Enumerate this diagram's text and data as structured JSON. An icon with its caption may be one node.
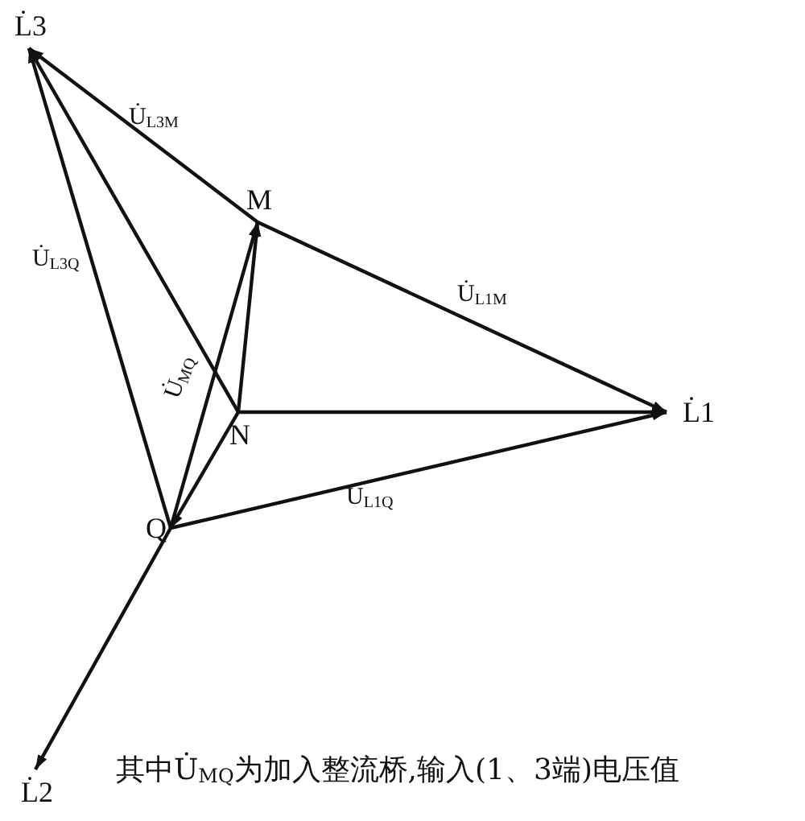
{
  "diagram": {
    "caption": "其中U̇$_{MQ}$为加入整流桥,输入(1、3端)电压值",
    "nodes": [
      {
        "text": [
          "L̇3"
        ]
      },
      {
        "text": [
          "M"
        ]
      },
      {
        "text": [
          "N"
        ]
      },
      {
        "text": [
          "L̇1"
        ]
      },
      {
        "text": [
          "Q"
        ]
      },
      {
        "text": [
          "L̇2"
        ]
      }
    ],
    "edges": [
      {
        "from": 1,
        "to": 0,
        "arrow": "to",
        "label": "U̇$_{L3M}$"
      },
      {
        "from": 4,
        "to": 0,
        "arrow": "to",
        "label": "U̇$_{L3Q}$"
      },
      {
        "from": 2,
        "to": 0,
        "arrow": "to"
      },
      {
        "from": 1,
        "to": 3,
        "arrow": "to",
        "label": "U̇$_{L1M}$"
      },
      {
        "from": 2,
        "to": 3,
        "arrow": "to"
      },
      {
        "from": 4,
        "to": 3,
        "arrow": "to",
        "label": "U̇$_{L1Q}$"
      },
      {
        "from": 2,
        "to": 1,
        "arrow": "to"
      },
      {
        "from": 4,
        "to": 1,
        "arrow": "to",
        "label": "U̇$_{MQ}$"
      },
      {
        "from": 2,
        "to": 4,
        "arrow": "to"
      },
      {
        "from": 4,
        "to": 5,
        "arrow": "to"
      }
    ]
  }
}
